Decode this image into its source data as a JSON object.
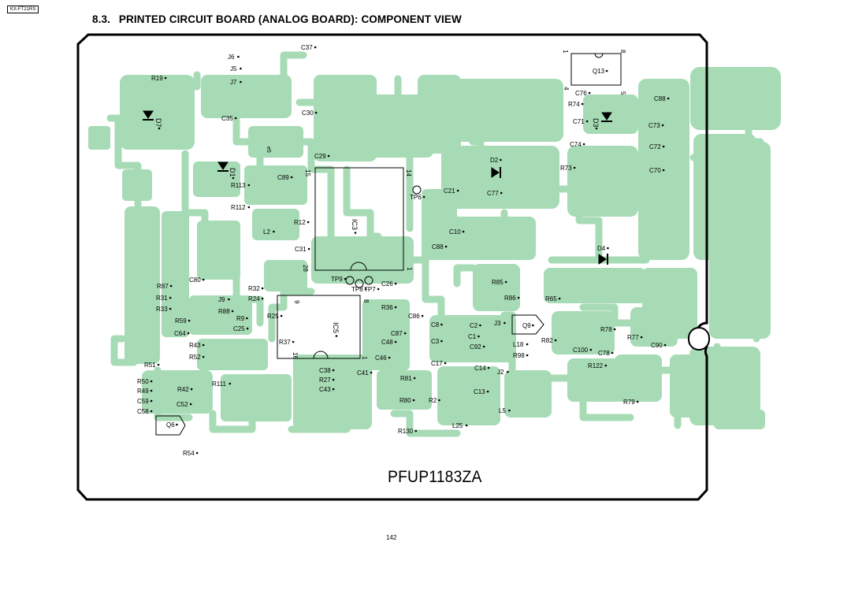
{
  "page": {
    "model": "KX-FT21RS",
    "section_number": "8.3.",
    "section_title": "PRINTED CIRCUIT BOARD (ANALOG BOARD): COMPONENT VIEW",
    "board_part_number": "PFUP1183ZA",
    "page_number": "142"
  },
  "colors": {
    "copper": "#a7dbb6",
    "copper_dark": "#93cfa4",
    "board_outline": "#000000",
    "background": "#ffffff"
  },
  "components": [
    "J6",
    "J5",
    "J7",
    "C37",
    "R19",
    "D7",
    "C35",
    "C30",
    "C29",
    "D1",
    "C89",
    "R113",
    "R112",
    "R12",
    "L2",
    "C31",
    "IC3",
    "TP6",
    "C21",
    "C77",
    "C10",
    "C88",
    "D2",
    "R73",
    "R74",
    "C71",
    "C74",
    "D3",
    "C76",
    "C88",
    "C73",
    "C72",
    "C70",
    "Q13",
    "D4",
    "TP9",
    "TP8",
    "TP7",
    "C26",
    "R36",
    "C86",
    "C80",
    "R87",
    "R31",
    "R33",
    "R32",
    "R24",
    "J9",
    "R88",
    "R9",
    "R25",
    "R59",
    "C64",
    "C25",
    "R43",
    "R52",
    "R37",
    "IC5",
    "C48",
    "C87",
    "C8",
    "C3",
    "C2",
    "C1",
    "C92",
    "J3",
    "Q9",
    "L18",
    "R98",
    "R82",
    "C100",
    "R78",
    "R77",
    "C78",
    "C90",
    "R85",
    "R86",
    "R65",
    "R51",
    "R50",
    "R49",
    "R42",
    "R111",
    "C59",
    "C58",
    "C52",
    "Q6",
    "R54",
    "C38",
    "R27",
    "C43",
    "C41",
    "C46",
    "R81",
    "R80",
    "R2",
    "C17",
    "C14",
    "J2",
    "C13",
    "L5",
    "L25",
    "R130",
    "R79",
    "R122"
  ],
  "pin_marks": [
    "1",
    "8",
    "4",
    "5",
    "15",
    "14",
    "28",
    "1",
    "9",
    "8",
    "16",
    "1",
    "e5"
  ]
}
